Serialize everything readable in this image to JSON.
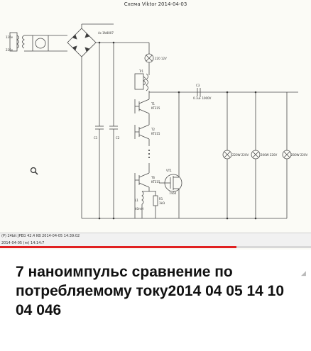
{
  "schematic": {
    "title": "Схема Viktor 2014-04-03",
    "labels": {
      "src1": "120v",
      "src2": "220v",
      "bridge": "4x 1N4007",
      "lamp_top": "220 12V",
      "trans": "Tr1",
      "cap_c1": "C1",
      "cap_c2": "C2",
      "cap_big": "C3",
      "cap_big_val": "0.1uF 1000V",
      "t1": "T1",
      "t1_part": "KT315",
      "t2": "T2",
      "t2_part": "KT315",
      "t6": "T6",
      "t6_part": "KT315",
      "vt1": "VT1",
      "vt1_part": "7n60",
      "r1": "R1",
      "r1_val": "1kΩ",
      "l1": "L1",
      "l1_val": "40mH",
      "lamp1": "220W 220V",
      "lamp2": "200W 220V",
      "lamp3": "200W 220V"
    }
  },
  "statusbar": {
    "line1": "(P) 24bit JPEG 42.4 KB 2014-04-05 14:39:02",
    "line2": "2014-04-05 (m) 14:14:7"
  },
  "progress": {
    "fraction": 0.76,
    "color": "#e02020"
  },
  "caption": "7 наноимпульс сравнение по потребляемому току2014 04 05 14 10 04 046",
  "colors": {
    "wire": "#4a4a4a",
    "component": "#3a3a3a",
    "caption": "#111111"
  }
}
